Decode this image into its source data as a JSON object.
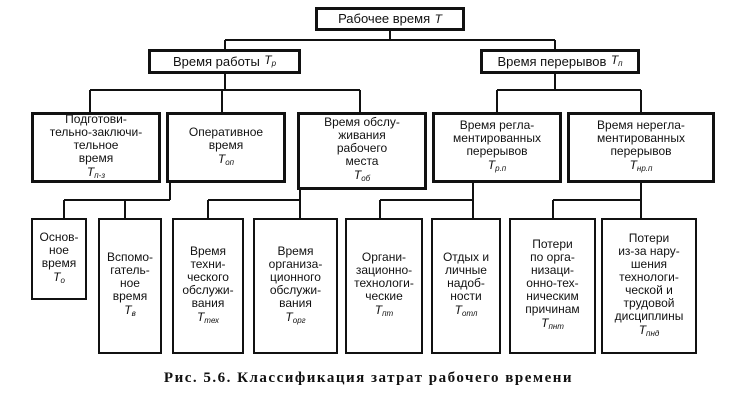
{
  "root": {
    "label": "Рабочее время",
    "symbol": "T",
    "sub": ""
  },
  "level1": [
    {
      "id": "work",
      "label": "Время работы",
      "symbol": "T",
      "sub": "р"
    },
    {
      "id": "break",
      "label": "Время перерывов",
      "symbol": "T",
      "sub": "п"
    }
  ],
  "level2": [
    {
      "id": "prep",
      "label": "Подготови-\nтельно-заключи-\nтельное\nвремя",
      "symbol": "T",
      "sub": "п-з",
      "inline": true
    },
    {
      "id": "oper",
      "label": "Оперативное\nвремя",
      "symbol": "T",
      "sub": "оп"
    },
    {
      "id": "serv",
      "label": "Время обслу-\nживания\nрабочего\nместа",
      "symbol": "T",
      "sub": "об",
      "inline": true
    },
    {
      "id": "reg",
      "label": "Время регла-\nментированных\nперерывов",
      "symbol": "T",
      "sub": "р.п"
    },
    {
      "id": "nonreg",
      "label": "Время нерегла-\nментированных\nперерывов",
      "symbol": "T",
      "sub": "нр.п",
      "inline": true
    }
  ],
  "level3": [
    {
      "id": "main",
      "label": "Основ-\nное\nвремя",
      "symbol": "T",
      "sub": "о"
    },
    {
      "id": "aux",
      "label": "Вспомо-\nгатель-\nное\nвремя",
      "symbol": "T",
      "sub": "в"
    },
    {
      "id": "tech",
      "label": "Время\nтехни-\nческого\nобслужи-\nвания",
      "symbol": "T",
      "sub": "тех"
    },
    {
      "id": "org",
      "label": "Время\nорганиза-\nционного\nобслужи-\nвания",
      "symbol": "T",
      "sub": "орг"
    },
    {
      "id": "orgtech",
      "label": "Органи-\nзационно-\nтехнологи-\nческие",
      "symbol": "T",
      "sub": "пт"
    },
    {
      "id": "rest",
      "label": "Отдых и\nличные\nнадоб-\nности",
      "symbol": "T",
      "sub": "отл"
    },
    {
      "id": "loss_org",
      "label": "Потери\nпо орга-\nнизаци-\nонно-тех-\nническим\nпричинам",
      "symbol": "T",
      "sub": "пнт"
    },
    {
      "id": "loss_disc",
      "label": "Потери\nиз-за нару-\nшения\nтехнологи-\nческой и\nтрудовой\nдисциплины",
      "symbol": "T",
      "sub": "пнд"
    }
  ],
  "caption": "Рис. 5.6. Классификация затрат рабочего времени"
}
